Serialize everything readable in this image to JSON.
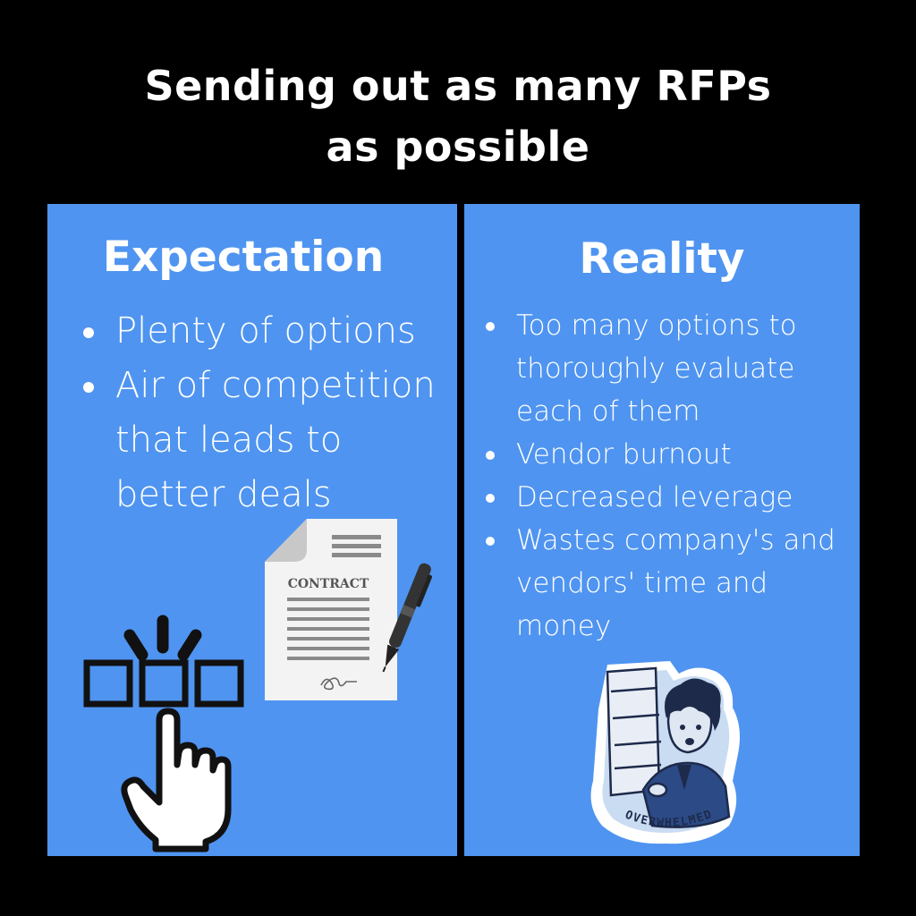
{
  "title": {
    "line1": "Sending out as many RFPs",
    "line2": "as possible"
  },
  "colors": {
    "background": "#000000",
    "panel": "#4f94f0",
    "text": "#ffffff"
  },
  "expectation": {
    "heading": "Expectation",
    "bullets": [
      "Plenty of options",
      "Air of competition that leads to better deals"
    ],
    "contract_label": "CONTRACT",
    "icons": [
      "contract-document-icon",
      "pen-icon",
      "checkbox-selection-icon",
      "pointing-hand-icon"
    ]
  },
  "reality": {
    "heading": "Reality",
    "bullets": [
      "Too many options to thoroughly evaluate each of them",
      "Vendor burnout",
      "Decreased leverage",
      "Wastes company's and vendors' time and money"
    ],
    "sticker_label": "OVERWHELMED",
    "icons": [
      "overwhelmed-person-sticker"
    ]
  }
}
